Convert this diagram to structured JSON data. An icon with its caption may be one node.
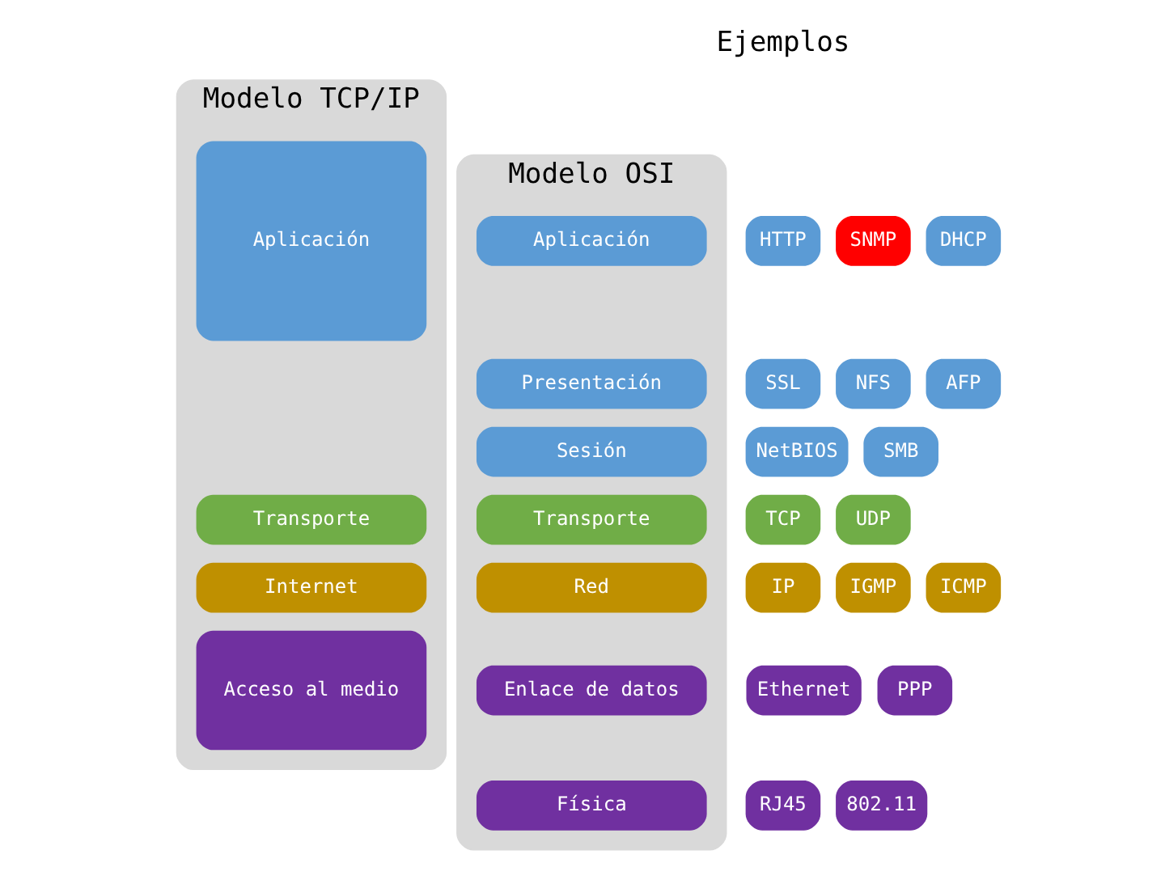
{
  "diagram": {
    "nodes": [
      {
        "text": [
          "Modelo TCP/IP"
        ]
      },
      {
        "text": [
          "Aplicación"
        ],
        "in": 0
      },
      {
        "text": [
          "Transporte"
        ],
        "in": 0
      },
      {
        "text": [
          "Internet"
        ],
        "in": 0
      },
      {
        "text": [
          "Acceso al medio"
        ],
        "in": 0
      },
      {
        "text": [
          "Modelo OSI"
        ]
      },
      {
        "text": [
          "Aplicación"
        ],
        "in": 5
      },
      {
        "text": [
          "Presentación"
        ],
        "in": 5
      },
      {
        "text": [
          "Sesión"
        ],
        "in": 5
      },
      {
        "text": [
          "Transporte"
        ],
        "in": 5
      },
      {
        "text": [
          "Red"
        ],
        "in": 5
      },
      {
        "text": [
          "Enlace de datos"
        ],
        "in": 5
      },
      {
        "text": [
          "Física"
        ],
        "in": 5
      },
      {
        "text": [
          "HTTP"
        ]
      },
      {
        "text": [
          "SNMP"
        ]
      },
      {
        "text": [
          "DHCP"
        ]
      },
      {
        "text": [
          "SSL"
        ]
      },
      {
        "text": [
          "NFS"
        ]
      },
      {
        "text": [
          "AFP"
        ]
      },
      {
        "text": [
          "NetBIOS"
        ]
      },
      {
        "text": [
          "SMB"
        ]
      },
      {
        "text": [
          "TCP"
        ]
      },
      {
        "text": [
          "UDP"
        ]
      },
      {
        "text": [
          "IP"
        ]
      },
      {
        "text": [
          "IGMP"
        ]
      },
      {
        "text": [
          "ICMP"
        ]
      },
      {
        "text": [
          "Ethernet"
        ]
      },
      {
        "text": [
          "PPP"
        ]
      },
      {
        "text": [
          "RJ45"
        ]
      },
      {
        "text": [
          "802.11"
        ]
      }
    ],
    "labels": [
      "Ejemplos"
    ]
  }
}
